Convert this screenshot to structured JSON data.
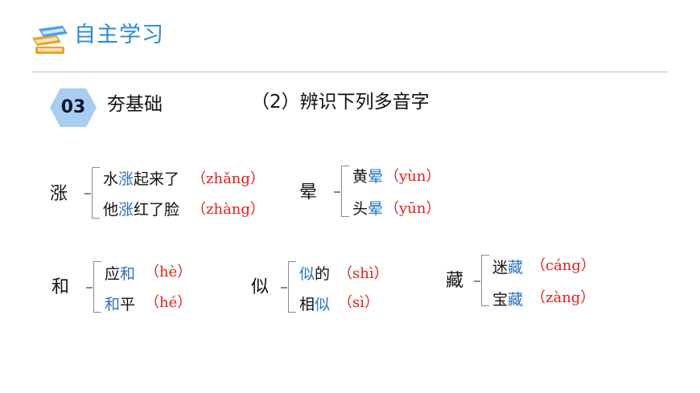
{
  "header": {
    "title": "自主学习",
    "icon": "book-stack-icon"
  },
  "section": {
    "number": "03",
    "label": "夯基础",
    "subtitle": "（2）辨识下列多音字"
  },
  "groups": [
    {
      "char": "涨",
      "items": [
        {
          "pre": "水",
          "hl": "涨",
          "post": "起来了",
          "pinyin": "（zhǎng）"
        },
        {
          "pre": "他",
          "hl": "涨",
          "post": "红了脸",
          "pinyin": "（zhàng）"
        }
      ]
    },
    {
      "char": "晕",
      "items": [
        {
          "pre": "黄",
          "hl": "晕",
          "post": "",
          "pinyin": "（yùn）"
        },
        {
          "pre": "头",
          "hl": "晕",
          "post": "",
          "pinyin": "（yūn）"
        }
      ]
    },
    {
      "char": "和",
      "items": [
        {
          "pre": "应",
          "hl": "和",
          "post": "",
          "pinyin": "（hè）"
        },
        {
          "pre": "",
          "hl": "和",
          "post": "平",
          "pinyin": "（hé）"
        }
      ]
    },
    {
      "char": "似",
      "items": [
        {
          "pre": "",
          "hl": "似",
          "post": "的",
          "pinyin": "（shì）"
        },
        {
          "pre": "相",
          "hl": "似",
          "post": "",
          "pinyin": "（sì）"
        }
      ]
    },
    {
      "char": "藏",
      "items": [
        {
          "pre": "迷",
          "hl": "藏",
          "post": "",
          "pinyin": "（cáng）"
        },
        {
          "pre": "宝",
          "hl": "藏",
          "post": "",
          "pinyin": "（zàng）"
        }
      ]
    }
  ]
}
